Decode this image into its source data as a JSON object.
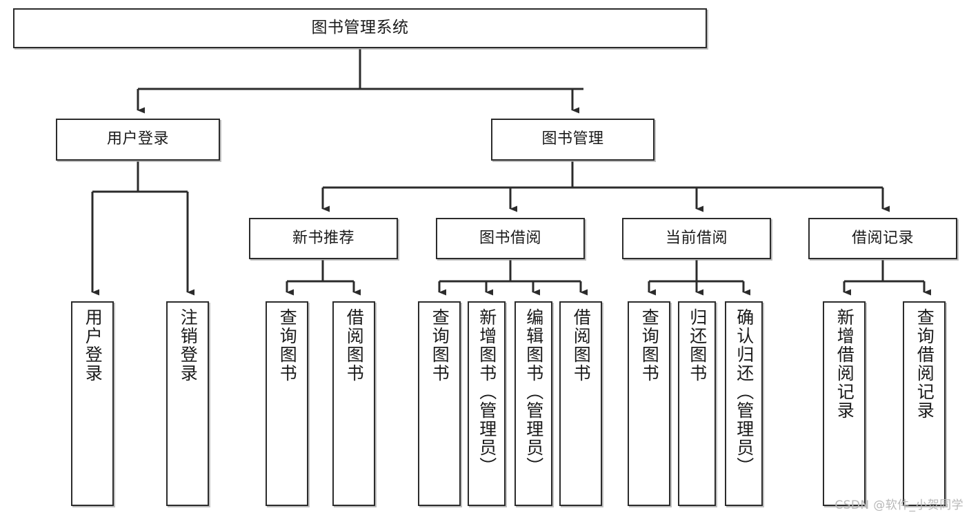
{
  "diagram": {
    "title": "图书管理系统",
    "type": "tree-hierarchy-functional-structure",
    "watermark": "CSDN @软件_小贺同学",
    "colors": {
      "box_border": "#2b2b2b",
      "box_fill": "#ffffff",
      "edge": "#333333",
      "text": "#1a1a1a",
      "watermark": "#b8b8b8",
      "background": "#ffffff"
    },
    "nodes": {
      "root": {
        "label": "图书管理系统"
      },
      "level1": [
        {
          "id": "user-login",
          "label": "用户登录"
        },
        {
          "id": "book-management",
          "label": "图书管理"
        }
      ],
      "level2": [
        {
          "id": "new-book-recommend",
          "label": "新书推荐"
        },
        {
          "id": "book-borrow",
          "label": "图书借阅"
        },
        {
          "id": "current-borrow",
          "label": "当前借阅"
        },
        {
          "id": "borrow-record",
          "label": "借阅记录"
        }
      ],
      "leaves": {
        "user_login": [
          {
            "id": "leaf-user-login",
            "label": "用户登录"
          },
          {
            "id": "leaf-logout-login",
            "label": "注销登录"
          }
        ],
        "new_book_recommend": [
          {
            "id": "leaf-query-book-1",
            "label": "查询图书"
          },
          {
            "id": "leaf-borrow-book-1",
            "label": "借阅图书"
          }
        ],
        "book_borrow": [
          {
            "id": "leaf-query-book-2",
            "label": "查询图书"
          },
          {
            "id": "leaf-add-book",
            "label": "新增图书（管理员）"
          },
          {
            "id": "leaf-edit-book",
            "label": "编辑图书（管理员）"
          },
          {
            "id": "leaf-borrow-book-2",
            "label": "借阅图书"
          }
        ],
        "current_borrow": [
          {
            "id": "leaf-query-book-3",
            "label": "查询图书"
          },
          {
            "id": "leaf-return-book",
            "label": "归还图书"
          },
          {
            "id": "leaf-confirm-return",
            "label": "确认归还（管理员）"
          }
        ],
        "borrow_record": [
          {
            "id": "leaf-add-record",
            "label": "新增借阅记录"
          },
          {
            "id": "leaf-query-record",
            "label": "查询借阅记录"
          }
        ]
      }
    }
  }
}
